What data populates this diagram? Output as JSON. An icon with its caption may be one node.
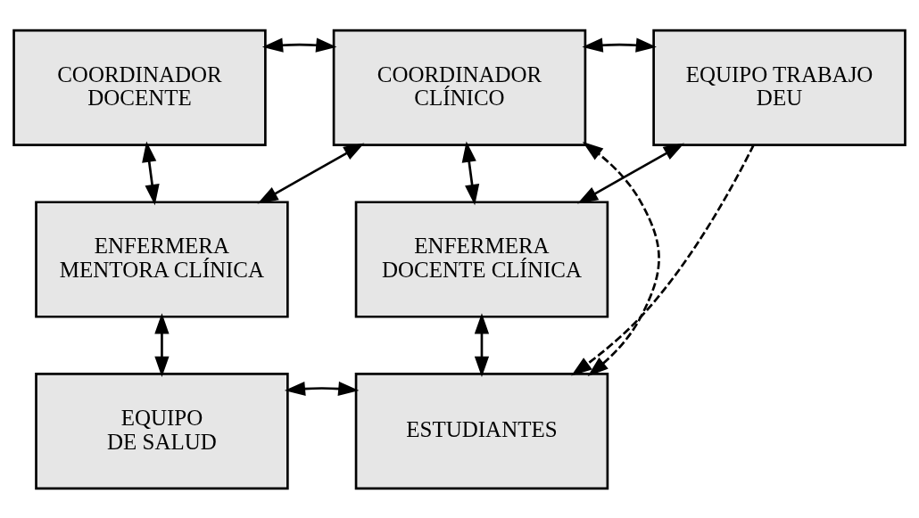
{
  "diagram": {
    "nodes": [
      {
        "text": [
          "COORDINADOR DOCENTE"
        ]
      },
      {
        "text": [
          "COORDINADOR CLÍNICO"
        ]
      },
      {
        "text": [
          "EQUIPO TRABAJO DEU"
        ]
      },
      {
        "text": [
          "ENFERMERA MENTORA CLÍNICA"
        ]
      },
      {
        "text": [
          "ENFERMERA DOCENTE CLÍNICA"
        ]
      },
      {
        "text": [
          "EQUIPO DE SALUD"
        ]
      },
      {
        "text": [
          "ESTUDIANTES"
        ]
      }
    ],
    "edges": [
      {
        "from": 0,
        "to": 1,
        "arrow": "both"
      },
      {
        "from": 1,
        "to": 2,
        "arrow": "both"
      },
      {
        "from": 0,
        "to": 3,
        "arrow": "both"
      },
      {
        "from": 1,
        "to": 3,
        "arrow": "both"
      },
      {
        "from": 1,
        "to": 4,
        "arrow": "both"
      },
      {
        "from": 2,
        "to": 4,
        "arrow": "both"
      },
      {
        "from": 3,
        "to": 5,
        "arrow": "both"
      },
      {
        "from": 4,
        "to": 6,
        "arrow": "both"
      },
      {
        "from": 5,
        "to": 6,
        "arrow": "both"
      },
      {
        "from": 2,
        "to": 6,
        "arrow": "to",
        "style": "dashed"
      },
      {
        "from": 6,
        "to": 1,
        "arrow": "both",
        "style": "dashed"
      }
    ]
  }
}
